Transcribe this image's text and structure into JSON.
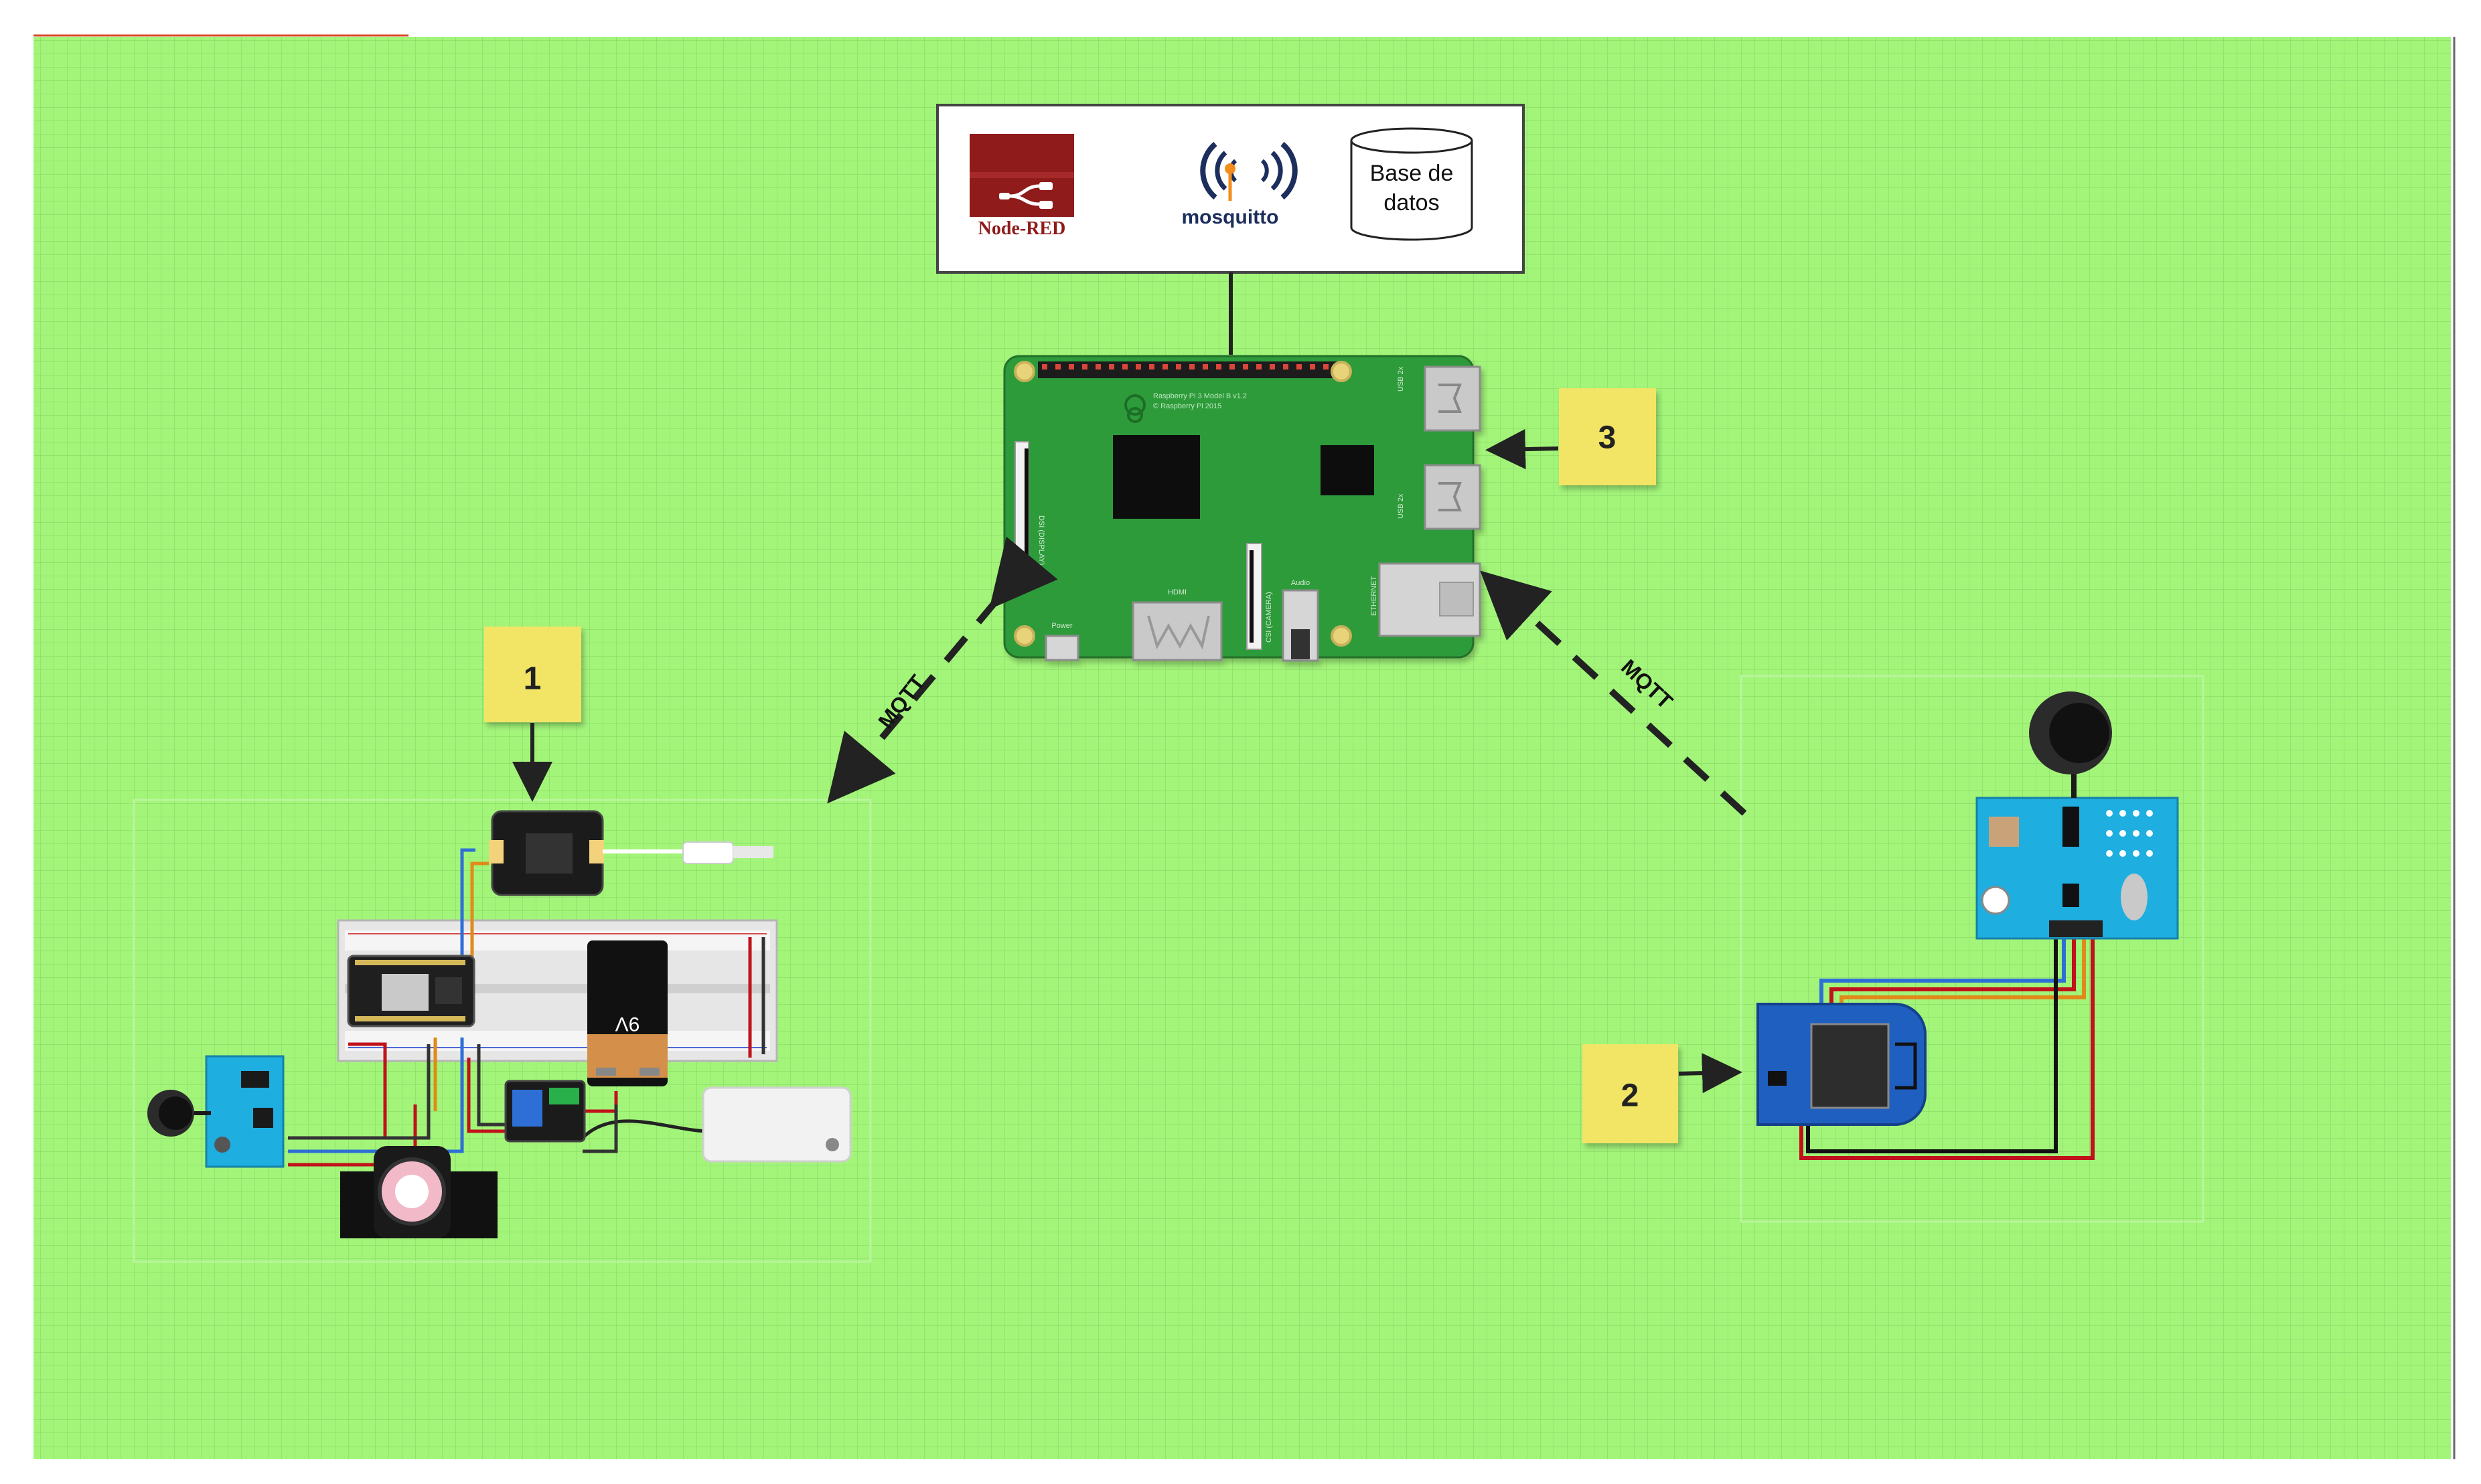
{
  "services_box": {
    "nodered_label": "Node-RED",
    "mosquitto_label": "mosquitto",
    "database_label_line1": "Base de",
    "database_label_line2": "datos"
  },
  "notes": [
    {
      "number": "1"
    },
    {
      "number": "2"
    },
    {
      "number": "3"
    }
  ],
  "connections": {
    "left_link_label": "MQTT",
    "right_link_label": "MQTT"
  },
  "raspberry_pi": {
    "model_text": "Raspberry Pi 3 Model B v1.2",
    "copyright_text": "© Raspberry Pi 2015",
    "port_labels": {
      "hdmi": "HDMI",
      "audio": "Audio",
      "power": "Power",
      "ethernet": "ETHERNET",
      "usb": "USB 2x",
      "display": "DSI (DISPLAY)",
      "camera": "CSI (CAMERA)"
    }
  },
  "colors": {
    "background_grid": "#a3f57a",
    "note_yellow": "#f2e566",
    "pcb_green": "#2f9b3a",
    "nodered_red": "#8f1b1b",
    "sensor_blue": "#1eaee0",
    "wire_red": "#c0121b",
    "wire_blue": "#2e6fd6",
    "wire_orange": "#e08a1a"
  }
}
